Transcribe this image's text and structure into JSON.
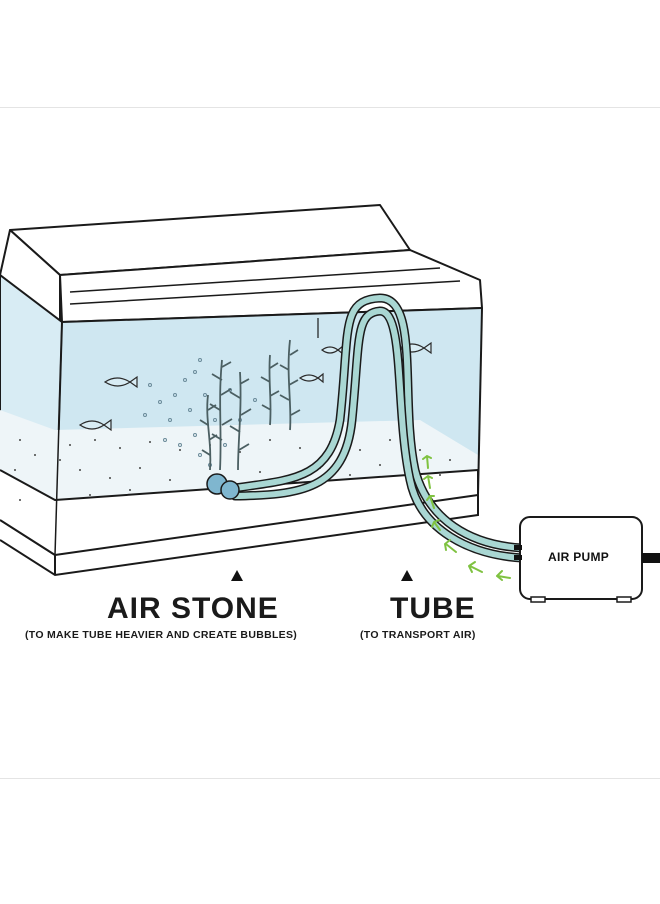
{
  "labels": {
    "air_stone": "AIR STONE",
    "air_stone_note": "(TO MAKE TUBE HEAVIER AND CREATE BUBBLES)",
    "tube": "TUBE",
    "tube_note": "(TO TRANSPORT AIR)",
    "air_pump": "AIR PUMP"
  },
  "colors": {
    "water": "#cfe7f1",
    "tube": "#a9d7d3",
    "air_stone": "#7fb6cf",
    "flow_arrows": "#7fc241",
    "outline": "#1a1a1a"
  },
  "icons": {
    "pointer": "triangle-up-icon",
    "flow": "arrow-icon"
  }
}
